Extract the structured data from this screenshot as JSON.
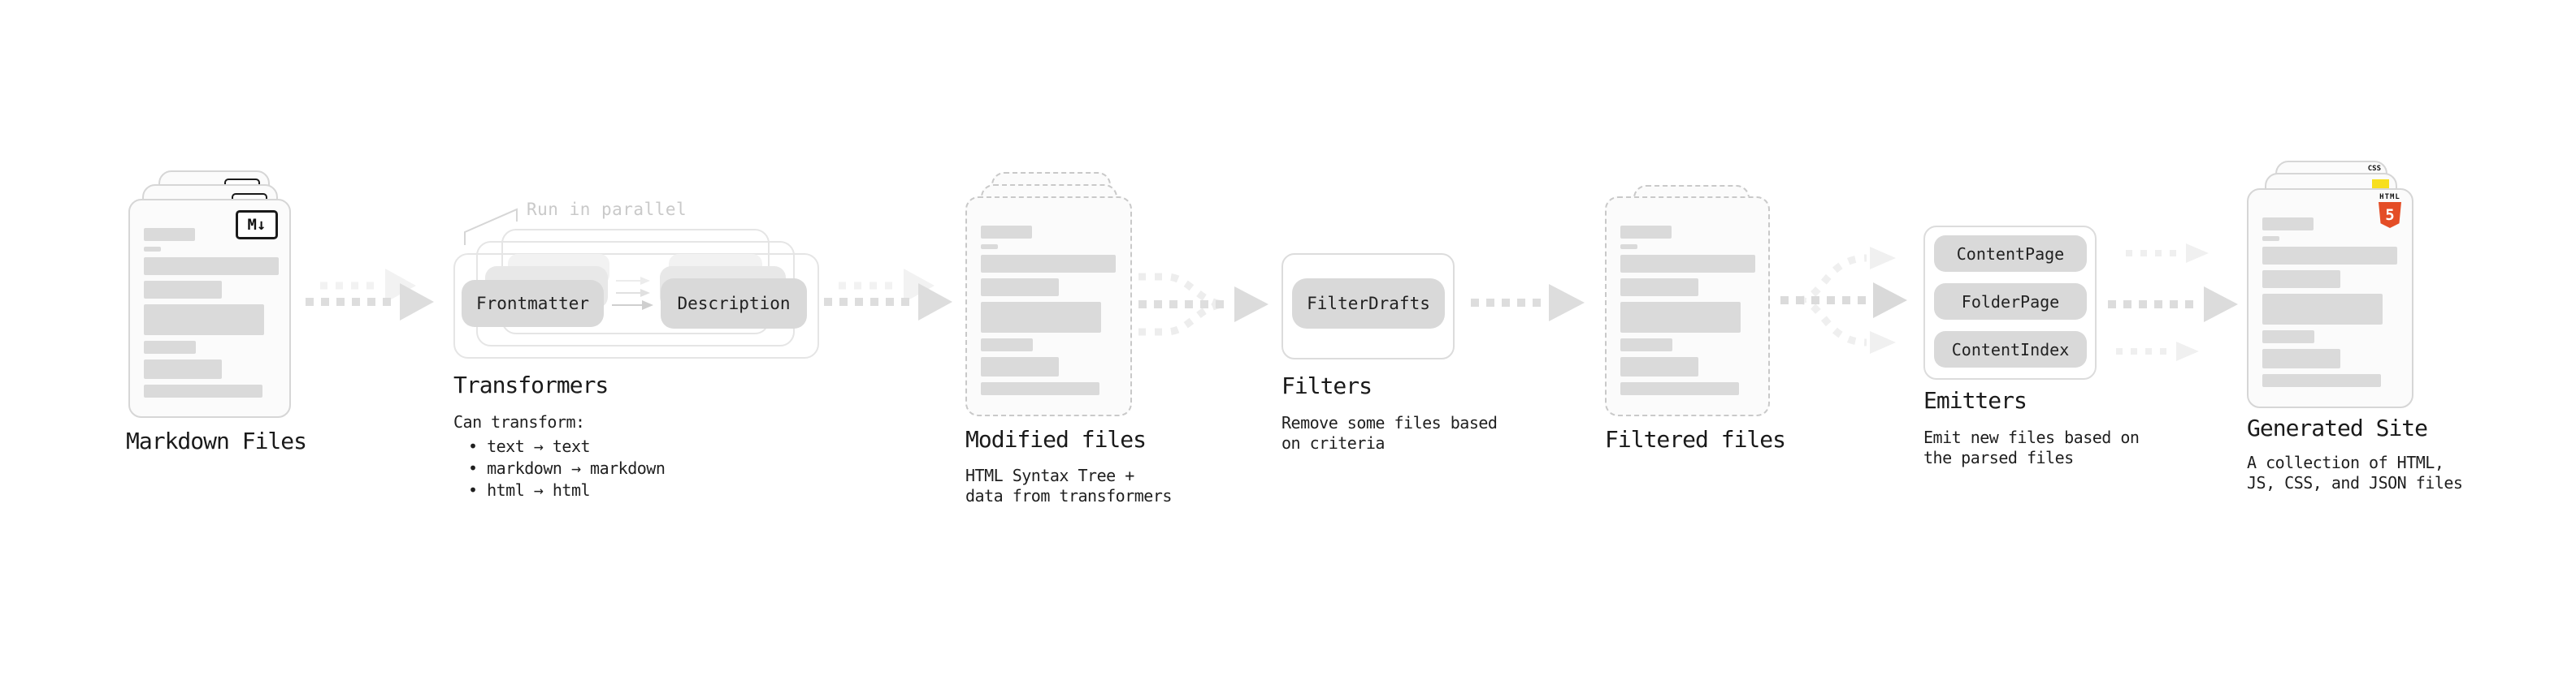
{
  "diagram": {
    "stages": {
      "markdown": {
        "title": "Markdown Files",
        "badge": "M↓"
      },
      "transformers": {
        "annotation": "Run in parallel",
        "title": "Transformers",
        "box_left": "Frontmatter",
        "box_right": "Description",
        "desc_heading": "Can transform:",
        "bullet_char": "•",
        "bullets": [
          "text → text",
          "markdown → markdown",
          "html → html"
        ]
      },
      "modified": {
        "title": "Modified files",
        "desc_line1": "HTML Syntax Tree +",
        "desc_line2": "data from transformers"
      },
      "filters": {
        "title": "Filters",
        "box": "FilterDrafts",
        "desc_line1": "Remove some files based",
        "desc_line2": "on criteria"
      },
      "filtered": {
        "title": "Filtered files"
      },
      "emitters": {
        "title": "Emitters",
        "boxes": [
          "ContentPage",
          "FolderPage",
          "ContentIndex"
        ],
        "desc_line1": "Emit new files based on",
        "desc_line2": "the parsed files"
      },
      "generated": {
        "title": "Generated Site",
        "badge_html_label": "HTML",
        "badge_html_number": "5",
        "badge_css_label": "CSS",
        "desc_line1": "A collection of HTML,",
        "desc_line2": "JS, CSS, and JSON files"
      }
    },
    "colors": {
      "html5_orange": "#e44d26",
      "js_yellow": "#f7df1e",
      "css_blue": "#2965f1",
      "text": "#1a1a1a",
      "annotation_gray": "#c9c9c9"
    }
  }
}
